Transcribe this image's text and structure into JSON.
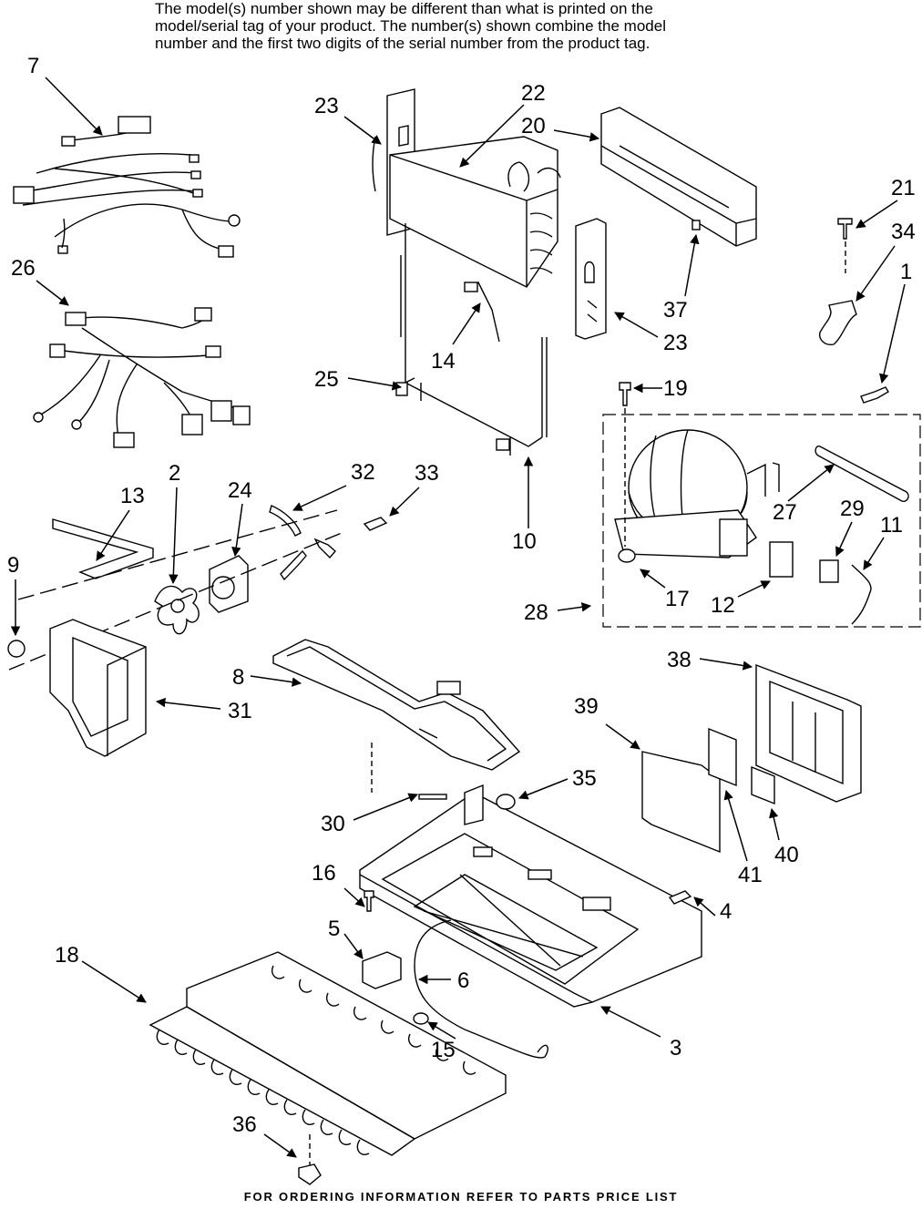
{
  "header_note": {
    "lines": [
      "The model(s) number shown may be different than what is printed on the",
      "model/serial tag of your product. The number(s) shown combine the model",
      "number and the first two digits of the serial number from the product tag."
    ]
  },
  "footer": {
    "text": "FOR ORDERING INFORMATION REFER TO PARTS PRICE LIST"
  },
  "callouts": {
    "c7": "7",
    "c26": "26",
    "c23a": "23",
    "c22": "22",
    "c20": "20",
    "c21": "21",
    "c34": "34",
    "c1": "1",
    "c37": "37",
    "c23b": "23",
    "c14": "14",
    "c25": "25",
    "c19": "19",
    "c2": "2",
    "c13": "13",
    "c24": "24",
    "c32": "32",
    "c33": "33",
    "c9": "9",
    "c10": "10",
    "c27": "27",
    "c29": "29",
    "c11": "11",
    "c17": "17",
    "c12": "12",
    "c28": "28",
    "c8": "8",
    "c31": "31",
    "c38": "38",
    "c39": "39",
    "c35": "35",
    "c30": "30",
    "c41": "41",
    "c40": "40",
    "c16": "16",
    "c4": "4",
    "c5": "5",
    "c18": "18",
    "c6": "6",
    "c15": "15",
    "c3": "3",
    "c36": "36"
  }
}
